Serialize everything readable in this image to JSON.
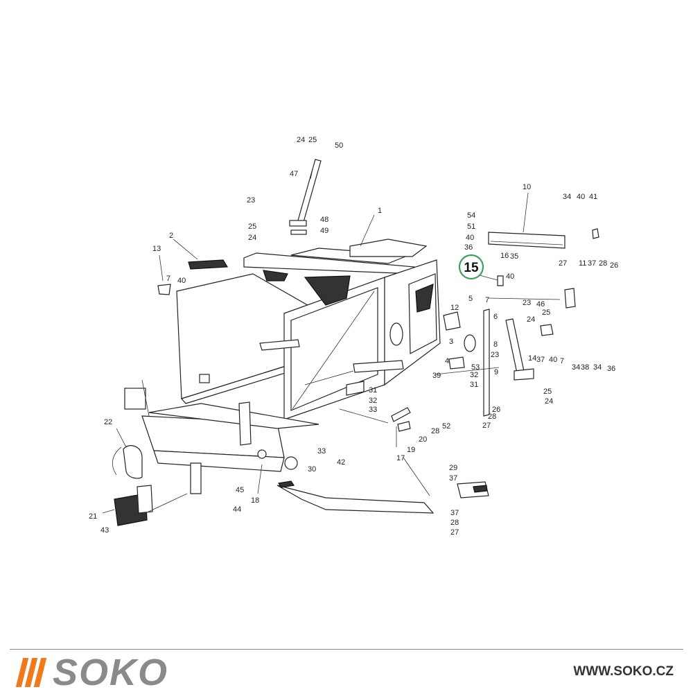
{
  "diagram": {
    "highlight": {
      "label": "15",
      "color": "#3aa05a"
    },
    "labels": [
      "1",
      "2",
      "3",
      "4",
      "5",
      "6",
      "7",
      "8",
      "9",
      "10",
      "11",
      "12",
      "13",
      "14",
      "16",
      "17",
      "18",
      "19",
      "20",
      "21",
      "22",
      "23",
      "24",
      "25",
      "26",
      "27",
      "28",
      "29",
      "30",
      "31",
      "32",
      "33",
      "34",
      "35",
      "36",
      "37",
      "38",
      "39",
      "40",
      "41",
      "42",
      "43",
      "44",
      "45",
      "46",
      "47",
      "48",
      "49",
      "50",
      "51",
      "52",
      "53",
      "54"
    ]
  },
  "footer": {
    "brand": "SOKO",
    "brand_color": "#f07a1a",
    "url": "WWW.SOKO.CZ"
  }
}
